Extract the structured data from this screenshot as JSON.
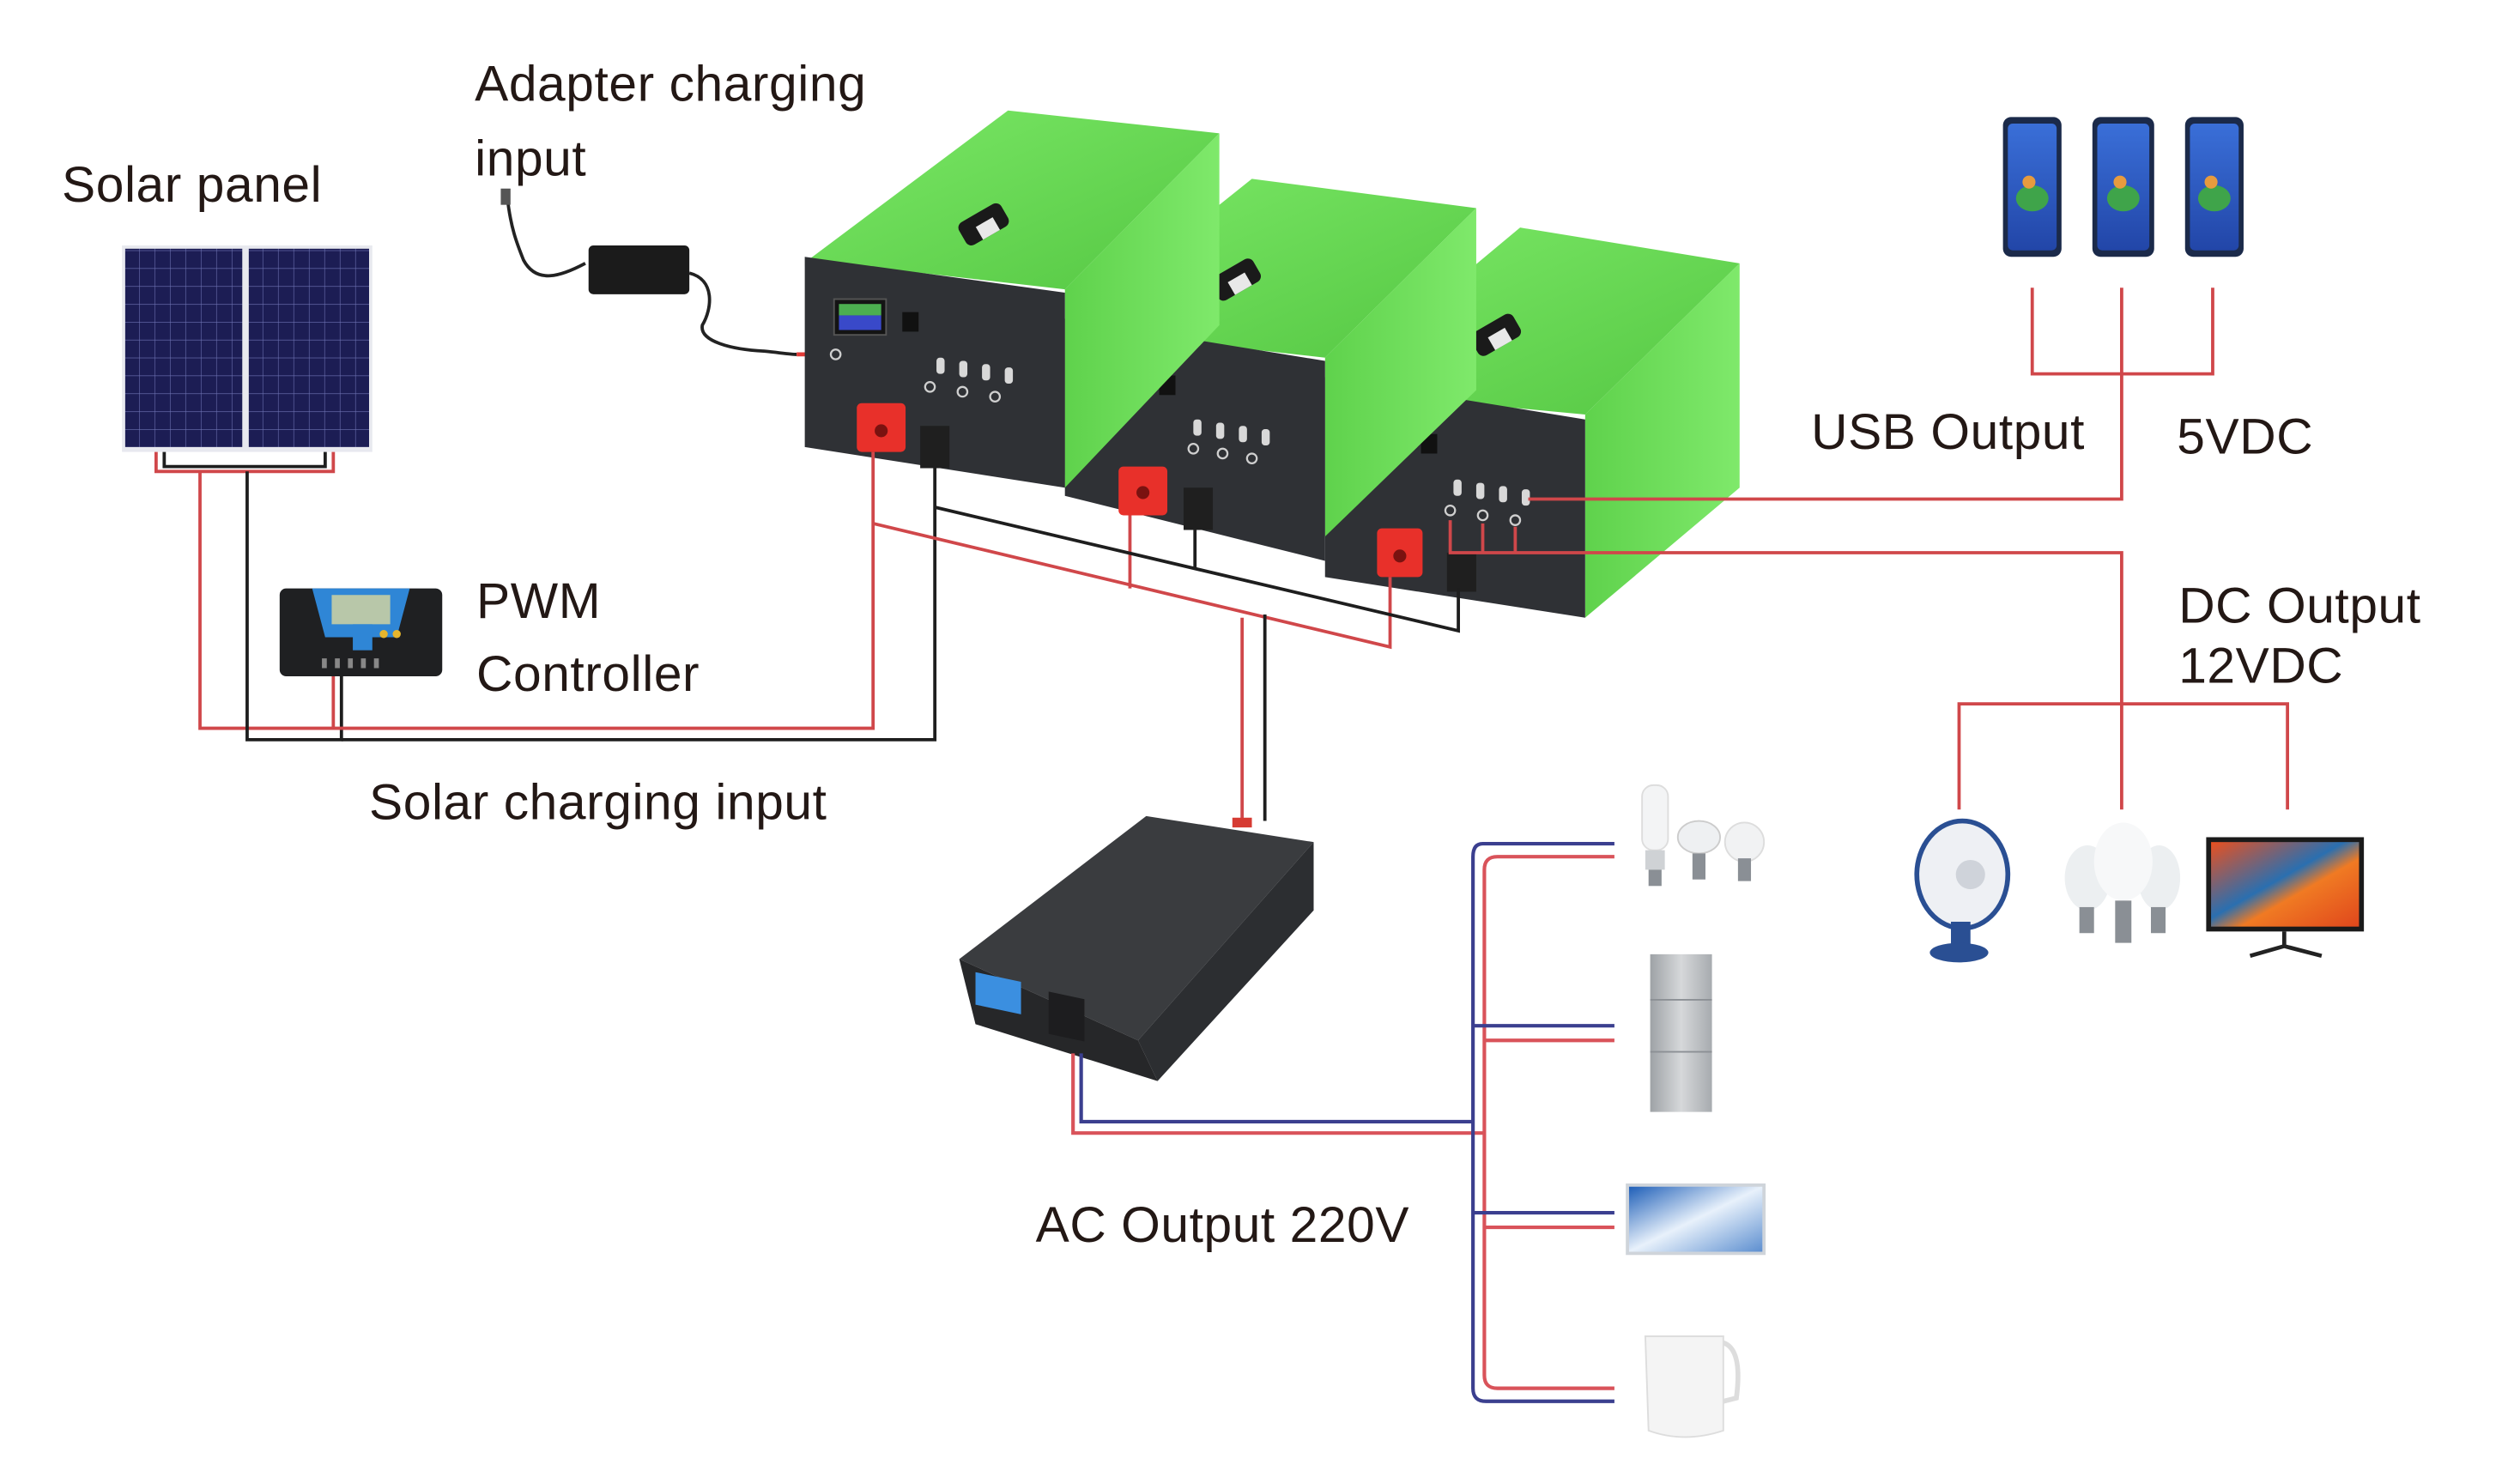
{
  "diagram": {
    "type": "solar power system wiring diagram",
    "labels": {
      "solar_panel": "Solar panel",
      "adapter_line1": "Adapter charging",
      "adapter_line2": "input",
      "pwm_line1": "PWM",
      "pwm_line2": "Controller",
      "solar_charging_input": "Solar charging input",
      "usb_output": "USB Output",
      "usb_voltage": "5VDC",
      "dc_output_line1": "DC Output",
      "dc_output_line2": "12VDC",
      "ac_output": "AC Output 220V"
    },
    "components": [
      {
        "id": "solar-panel",
        "name": "Solar panel"
      },
      {
        "id": "adapter",
        "name": "Adapter charger"
      },
      {
        "id": "pwm-controller",
        "name": "PWM Controller"
      },
      {
        "id": "battery-unit-1",
        "name": "Power storage unit"
      },
      {
        "id": "battery-unit-2",
        "name": "Power storage unit"
      },
      {
        "id": "battery-unit-3",
        "name": "Power storage unit"
      },
      {
        "id": "inverter",
        "name": "Inverter"
      }
    ],
    "usb_loads": [
      "phone",
      "phone",
      "phone"
    ],
    "dc_loads": [
      "table fan",
      "LED bulbs",
      "monitor"
    ],
    "ac_loads": [
      "light bulbs",
      "refrigerator",
      "television",
      "electric kettle"
    ],
    "colors": {
      "battery_green": "#6ddc5a",
      "panel_dark": "#2f3135",
      "terminal_red": "#e8302a",
      "wire_positive": "#d0474a",
      "wire_negative": "#1e1e1e",
      "ac_wire_blue": "#3b3f8f",
      "text": "#231815"
    }
  }
}
